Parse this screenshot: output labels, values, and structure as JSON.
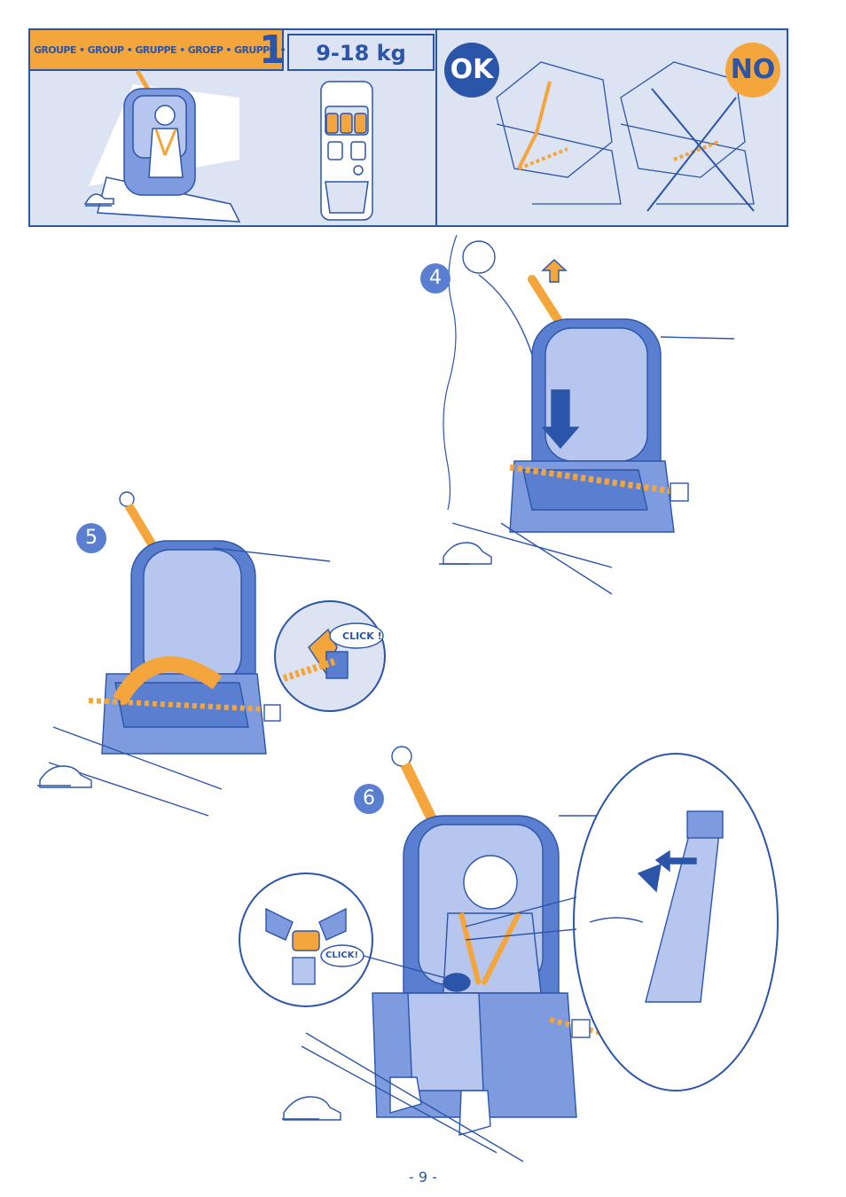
{
  "header": {
    "group_label": "GROUPE • GROUP • GRUPPE • GROEP • GRUPPO • GRUPO",
    "group_number": "1",
    "weight_range": "9-18 kg",
    "ok_badge": "OK",
    "no_badge": "NO"
  },
  "steps": {
    "step4": "4",
    "step5": "5",
    "step6": "6"
  },
  "callouts": {
    "click5": "CLICK !",
    "click6": "CLICK!"
  },
  "footer": {
    "page_number": "- 9 -"
  },
  "colors": {
    "brand_blue": "#2b55a8",
    "seat_blue": "#5b7fd0",
    "light_blue": "#dce3f3",
    "belt_orange": "#f4a53b"
  }
}
